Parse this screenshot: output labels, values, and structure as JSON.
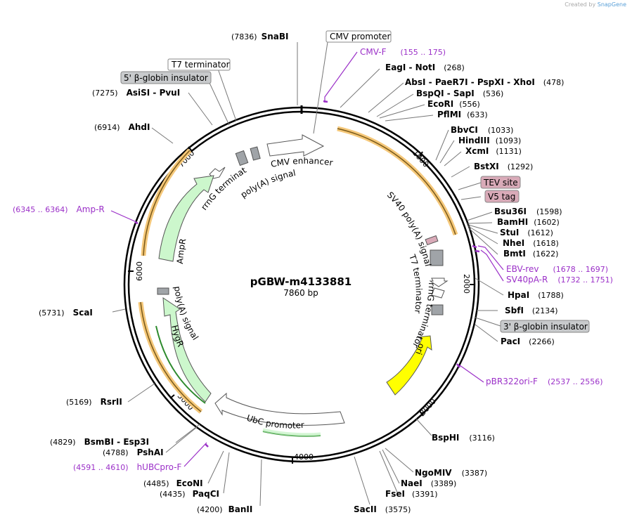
{
  "credit": {
    "prefix": "Created by",
    "brand": "SnapGene"
  },
  "map": {
    "name": "pGBW-m4133881",
    "length": "7860 bp",
    "ticks": [
      "1000",
      "2000",
      "3000",
      "4000",
      "5000",
      "6000",
      "7000"
    ]
  },
  "sites": [
    {
      "name": "SnaBI",
      "pos": "(7836)"
    },
    {
      "name": "EagI - NotI",
      "pos": "(268)"
    },
    {
      "name": "AbsI - PaeR7I - PspXI - XhoI",
      "pos": "(478)"
    },
    {
      "name": "BspQI - SapI",
      "pos": "(536)"
    },
    {
      "name": "EcoRI",
      "pos": "(556)"
    },
    {
      "name": "PflMI",
      "pos": "(633)"
    },
    {
      "name": "BbvCI",
      "pos": "(1033)"
    },
    {
      "name": "HindIII",
      "pos": "(1093)"
    },
    {
      "name": "XcmI",
      "pos": "(1131)"
    },
    {
      "name": "BstXI",
      "pos": "(1292)"
    },
    {
      "name": "Bsu36I",
      "pos": "(1598)"
    },
    {
      "name": "BamHI",
      "pos": "(1602)"
    },
    {
      "name": "StuI",
      "pos": "(1612)"
    },
    {
      "name": "NheI",
      "pos": "(1618)"
    },
    {
      "name": "BmtI",
      "pos": "(1622)"
    },
    {
      "name": "HpaI",
      "pos": "(1788)"
    },
    {
      "name": "SbfI",
      "pos": "(2134)"
    },
    {
      "name": "PacI",
      "pos": "(2266)"
    },
    {
      "name": "BspHI",
      "pos": "(3116)"
    },
    {
      "name": "NgoMIV",
      "pos": "(3387)"
    },
    {
      "name": "NaeI",
      "pos": "(3389)"
    },
    {
      "name": "FseI",
      "pos": "(3391)"
    },
    {
      "name": "SacII",
      "pos": "(3575)"
    },
    {
      "name": "BanII",
      "pos": "(4200)"
    },
    {
      "name": "PaqCI",
      "pos": "(4435)"
    },
    {
      "name": "EcoNI",
      "pos": "(4485)"
    },
    {
      "name": "PshAI",
      "pos": "(4788)"
    },
    {
      "name": "BsmBI - Esp3I",
      "pos": "(4829)"
    },
    {
      "name": "RsrII",
      "pos": "(5169)"
    },
    {
      "name": "ScaI",
      "pos": "(5731)"
    },
    {
      "name": "AhdI",
      "pos": "(6914)"
    },
    {
      "name": "AsiSI - PvuI",
      "pos": "(7275)"
    }
  ],
  "primers": [
    {
      "name": "CMV-F",
      "pos": "(155 .. 175)"
    },
    {
      "name": "EBV-rev",
      "pos": "(1678 .. 1697)"
    },
    {
      "name": "SV40pA-R",
      "pos": "(1732 .. 1751)"
    },
    {
      "name": "pBR322ori-F",
      "pos": "(2537 .. 2556)"
    },
    {
      "name": "hUBCpro-F",
      "pos": "(4591 .. 4610)"
    },
    {
      "name": "Amp-R",
      "pos": "(6345 .. 6364)"
    }
  ],
  "boxed_labels": [
    {
      "text": "CMV promoter",
      "style": "white"
    },
    {
      "text": "T7 terminator",
      "style": "white"
    },
    {
      "text": "5' β-globin insulator",
      "style": "gray"
    },
    {
      "text": "TEV site",
      "style": "pink"
    },
    {
      "text": "V5 tag",
      "style": "pink"
    },
    {
      "text": "3' β-globin insulator",
      "style": "gray"
    }
  ],
  "features": [
    "CMV enhancer",
    "poly(A) signal",
    "rrnG terminator",
    "AmpR",
    "SV40 poly(A) signal",
    "T7 terminator",
    "rrnG terminator",
    "ori",
    "UbC promoter",
    "HygR",
    "poly(A) signal"
  ],
  "colors": {
    "primer": "#9b30c8",
    "orf_fill": "#f5c87a",
    "orf_line": "#7a5a1a",
    "resistance_fill": "#ccf7cc",
    "ori_fill": "#ffff00",
    "promoter_fill": "#ffffff",
    "misc_gray": "#a0a4a8",
    "tag_pink": "#d9aab8",
    "green_line": "#2e8b2e"
  }
}
